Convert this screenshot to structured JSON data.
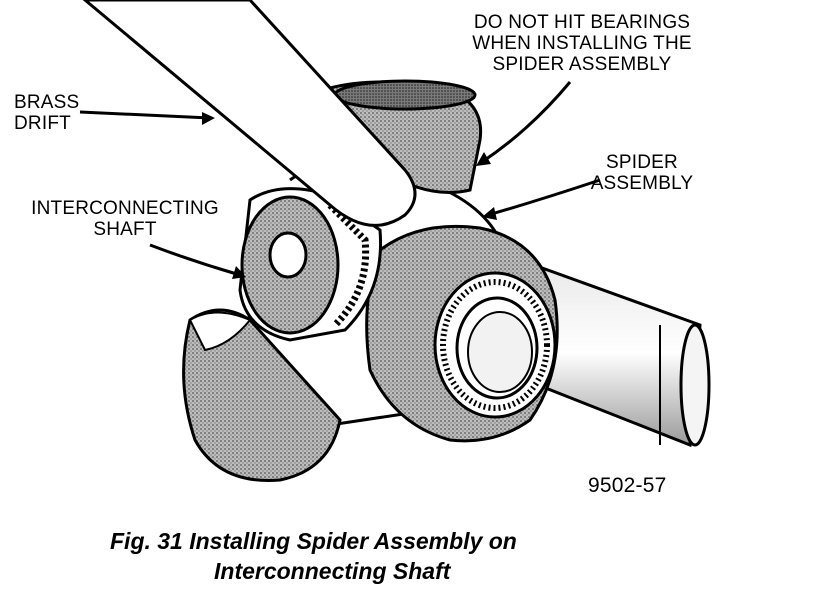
{
  "labels": {
    "brass_drift": [
      "BRASS",
      "DRIFT"
    ],
    "do_not_hit": [
      "DO NOT HIT BEARINGS",
      "WHEN INSTALLING THE",
      "SPIDER ASSEMBLY"
    ],
    "spider_assembly": [
      "SPIDER",
      "ASSEMBLY"
    ],
    "interconnecting_shaft": [
      "INTERCONNECTING",
      "SHAFT"
    ],
    "figure_code": "9502-57"
  },
  "caption": {
    "line1": "Fig. 31 Installing Spider Assembly on",
    "line2": "Interconnecting Shaft"
  }
}
